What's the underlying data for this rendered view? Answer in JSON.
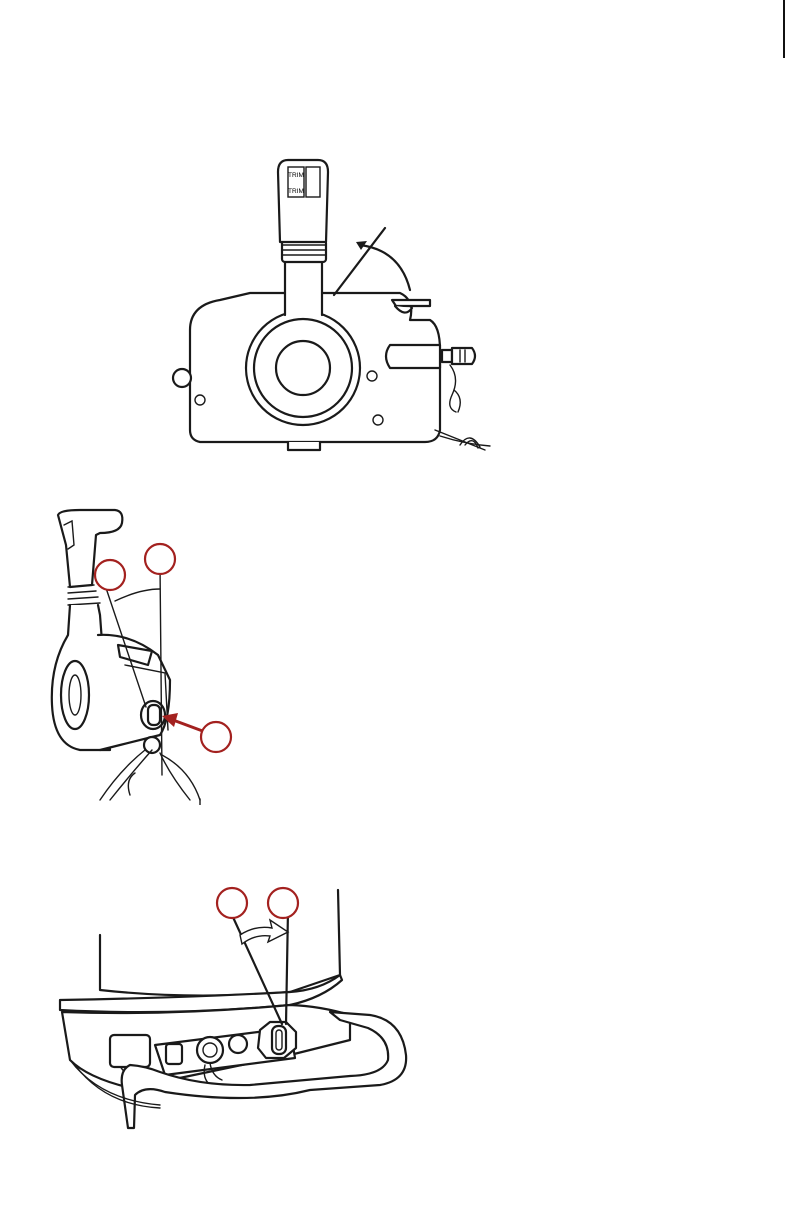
{
  "page": {
    "figures": [
      {
        "name": "remote-control-lever-figure",
        "handle_labels": [
          "TRIM",
          "TRIM"
        ]
      },
      {
        "name": "side-view-lanyard-switch-figure",
        "callouts": [
          "",
          "",
          ""
        ]
      },
      {
        "name": "engine-tiller-lanyard-figure",
        "callouts": [
          "",
          ""
        ]
      }
    ]
  },
  "colors": {
    "ink": "#1a1a1a",
    "callout": "#a3211f",
    "background": "#ffffff"
  },
  "icons": [
    "curved-arrow-icon",
    "key-icon",
    "red-arrow-icon"
  ]
}
